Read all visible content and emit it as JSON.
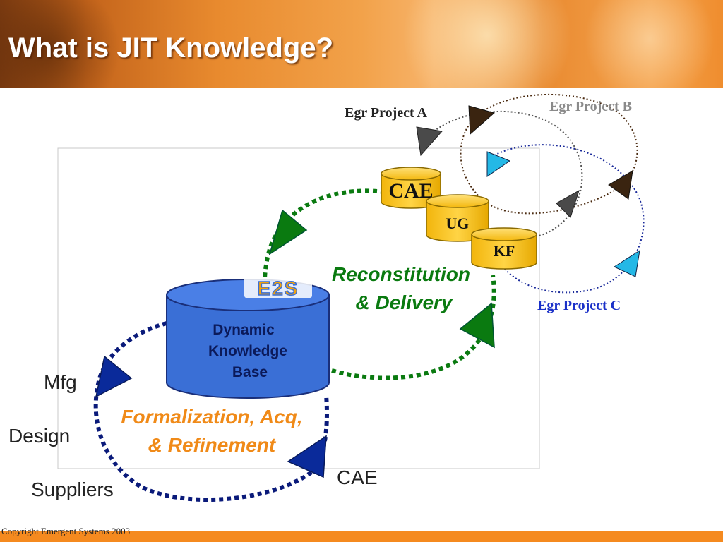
{
  "slide": {
    "title": "What is JIT Knowledge?",
    "copyright": "Copyright Emergent Systems 2003"
  },
  "diagram": {
    "projects": {
      "a": "Egr Project A",
      "b": "Egr Project B",
      "c": "Egr Project C"
    },
    "databases": {
      "cae": "CAE",
      "ug": "UG",
      "kf": "KF"
    },
    "knowledge_base": {
      "line1": "Dynamic",
      "line2": "Knowledge",
      "line3": "Base"
    },
    "logo_text": "E2S",
    "reconstitution": {
      "line1": "Reconstitution",
      "line2": "& Delivery"
    },
    "formalization": {
      "line1": "Formalization, Acq,",
      "line2": "& Refinement"
    },
    "sources": {
      "mfg": "Mfg",
      "design": "Design",
      "suppliers": "Suppliers",
      "cae": "CAE"
    }
  },
  "colors": {
    "green_arrow": "#0a7a10",
    "navy_loop": "#0a1a7a",
    "project_a_loop": "#555555",
    "project_b_loop": "#4a2a10",
    "project_c_loop": "#1a2a9a",
    "cylinder_blue": "#3a6fd6",
    "cylinder_gold": "#f7c21c",
    "orange_text": "#f08a18",
    "project_c_text": "#1a30c8",
    "project_b_text": "#8a8a8a"
  }
}
